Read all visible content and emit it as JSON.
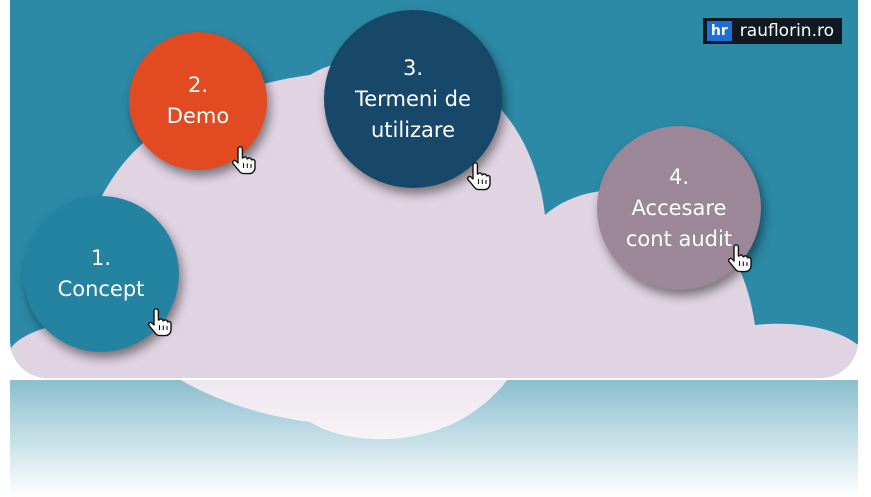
{
  "brand": {
    "badge": "hr",
    "text": "rauflorin.ro"
  },
  "steps": [
    {
      "number": "1.",
      "lines": [
        "Concept"
      ],
      "color": "#2583a2"
    },
    {
      "number": "2.",
      "lines": [
        "Demo"
      ],
      "color": "#e24a22"
    },
    {
      "number": "3.",
      "lines": [
        "Termeni de",
        "utilizare"
      ],
      "color": "#17486a"
    },
    {
      "number": "4.",
      "lines": [
        "Accesare",
        "cont audit"
      ],
      "color": "#9c8798"
    }
  ],
  "colors": {
    "background": "#2c8aa7",
    "cloud": "#e0d3e2"
  },
  "icons": {
    "pointer": "hand-pointer-icon"
  }
}
